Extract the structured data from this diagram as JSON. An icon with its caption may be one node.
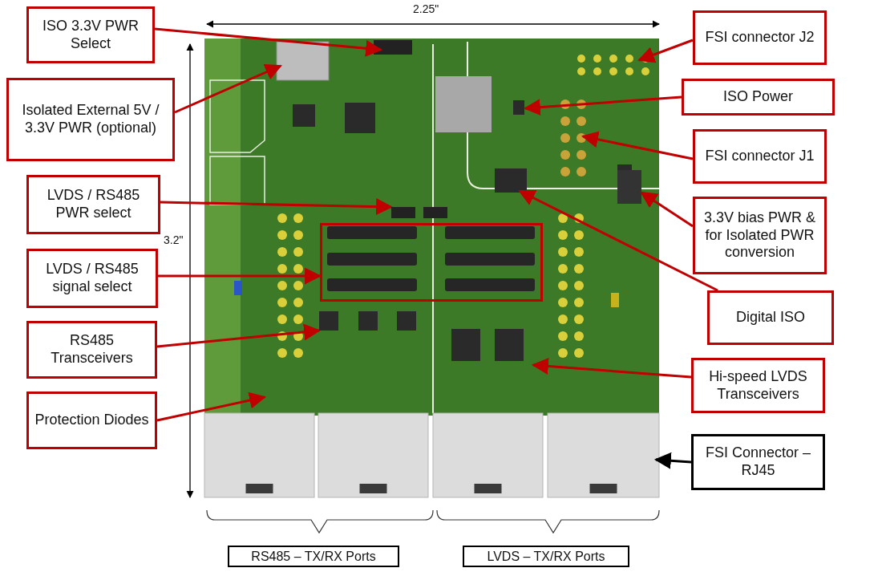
{
  "diagram": {
    "nodes": [
      {
        "text": [
          "ISO 3.3V PWR Select"
        ]
      },
      {
        "text": [
          "Isolated External 5V / 3.3V PWR (optional)"
        ]
      },
      {
        "text": [
          "LVDS / RS485 PWR select"
        ]
      },
      {
        "text": [
          "LVDS / RS485 signal select"
        ]
      },
      {
        "text": [
          "RS485 Transceivers"
        ]
      },
      {
        "text": [
          "Protection Diodes"
        ]
      },
      {
        "text": [
          "FSI connector J2"
        ]
      },
      {
        "text": [
          "ISO Power"
        ]
      },
      {
        "text": [
          "FSI connector J1"
        ]
      },
      {
        "text": [
          "3.3V bias PWR & for Isolated PWR conversion"
        ]
      },
      {
        "text": [
          "Digital ISO"
        ]
      },
      {
        "text": [
          "Hi-speed LVDS Transceivers"
        ]
      },
      {
        "text": [
          "FSI Connector – RJ45"
        ]
      },
      {
        "text": [
          "RS485 – TX/RX Ports"
        ]
      },
      {
        "text": [
          "LVDS – TX/RX Ports"
        ]
      },
      {
        "text": [],
        "shape": "box"
      },
      {
        "text": [],
        "shape": "box"
      },
      {
        "text": [],
        "shape": "box"
      }
    ],
    "edges": [
      {
        "from": 0,
        "to": null,
        "arrow": "to"
      },
      {
        "from": 1,
        "to": null,
        "arrow": "to"
      },
      {
        "from": 2,
        "to": 16,
        "arrow": "to"
      },
      {
        "from": 3,
        "to": 15,
        "arrow": "to"
      },
      {
        "from": 4,
        "to": 17,
        "arrow": "to"
      },
      {
        "from": 5,
        "to": null,
        "arrow": "to"
      },
      {
        "from": 6,
        "to": null,
        "arrow": "to"
      },
      {
        "from": 7,
        "to": null,
        "arrow": "to"
      },
      {
        "from": 8,
        "to": null,
        "arrow": "to"
      },
      {
        "from": 9,
        "to": null,
        "arrow": "to"
      },
      {
        "from": 10,
        "to": null,
        "arrow": "to"
      },
      {
        "from": 11,
        "to": null,
        "arrow": "to"
      },
      {
        "from": 12,
        "to": null,
        "arrow": "to",
        "color": "#000000"
      }
    ],
    "labels": [
      "2.25\"",
      "3.2\""
    ]
  }
}
